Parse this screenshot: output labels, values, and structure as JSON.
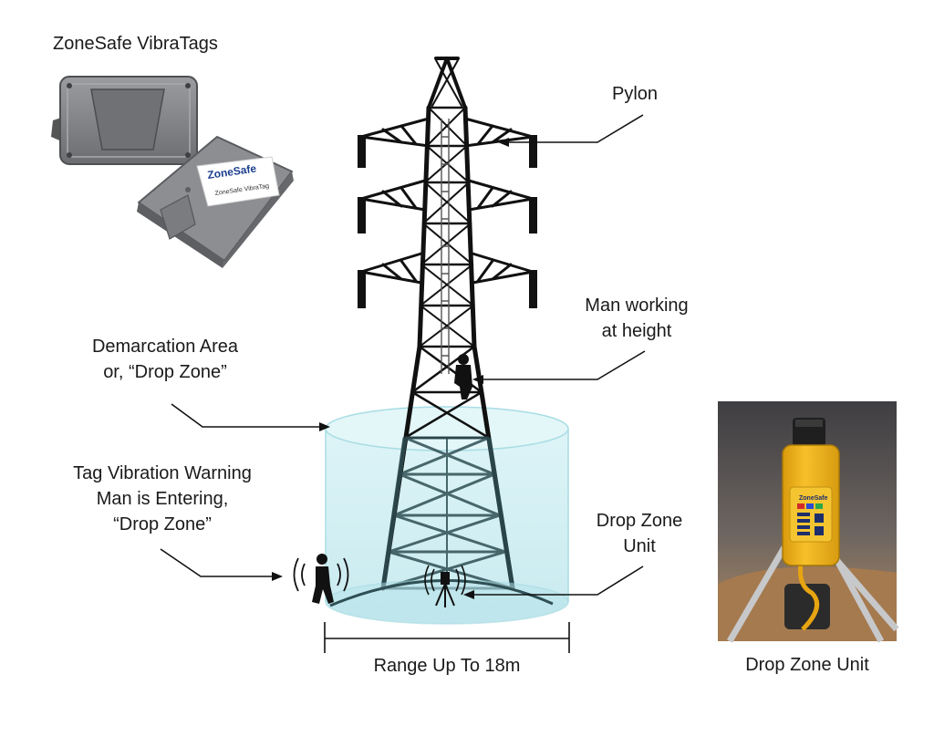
{
  "title": "ZoneSafe VibraTags",
  "tag_brand_text": "ZoneSafe",
  "tag_label_text": "ZoneSafe VibraTag",
  "unit_brand_text": "ZoneSafe",
  "labels": {
    "pylon": "Pylon",
    "man_working_line1": "Man working",
    "man_working_line2": "at height",
    "demarcation_line1": "Demarcation Area",
    "demarcation_line2": "or, “Drop Zone”",
    "tag_warning_line1": "Tag Vibration Warning",
    "tag_warning_line2": "Man is Entering,",
    "tag_warning_line3": "“Drop Zone”",
    "drop_zone_unit_line1": "Drop Zone",
    "drop_zone_unit_line2": "Unit",
    "range": "Range Up To 18m",
    "drop_zone_unit_caption": "Drop Zone Unit"
  },
  "colors": {
    "zone_fill": "#cfeef2",
    "zone_edge": "#9fd7df",
    "tower": "#111111",
    "unit_yellow": "#f2b417",
    "tag_grey": "#7d7f82"
  },
  "icons": [
    "pylon-icon",
    "worker-icon",
    "vibration-waves-icon",
    "tripod-icon"
  ]
}
